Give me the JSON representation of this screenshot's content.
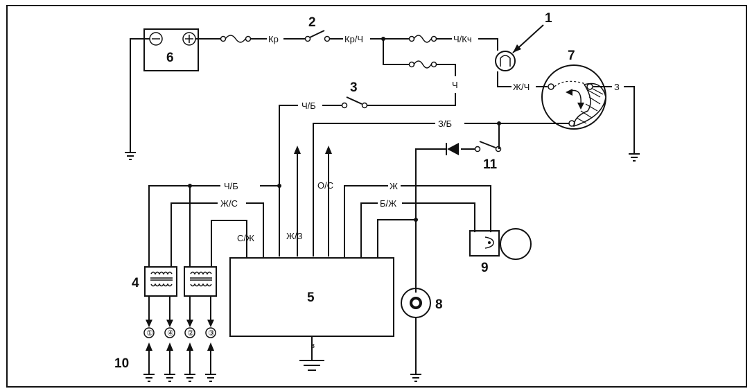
{
  "components": {
    "c1": "1",
    "c2": "2",
    "c3": "3",
    "c4": "4",
    "c5": "5",
    "c6": "6",
    "c7": "7",
    "c8": "8",
    "c9": "9",
    "c10": "10",
    "c11": "11"
  },
  "wires": {
    "kr": "Кр",
    "kr_ch": "Кр/Ч",
    "ch_kch": "Ч/Кч",
    "ch": "Ч",
    "zh_ch": "Ж/Ч",
    "z_right": "З",
    "ch_b_top": "Ч/Б",
    "z_b": "З/Б",
    "ch_b_left": "Ч/Б",
    "zh_s": "Ж/С",
    "s_zh": "С/Ж",
    "zh_z": "Ж/З",
    "o_s": "О/С",
    "zh": "Ж",
    "b_zh": "Б/Ж",
    "z_ecu": "з"
  },
  "battery": {
    "minus": "⊖",
    "plus": "⊕"
  },
  "circled": [
    "①",
    "④",
    "②",
    "③"
  ]
}
